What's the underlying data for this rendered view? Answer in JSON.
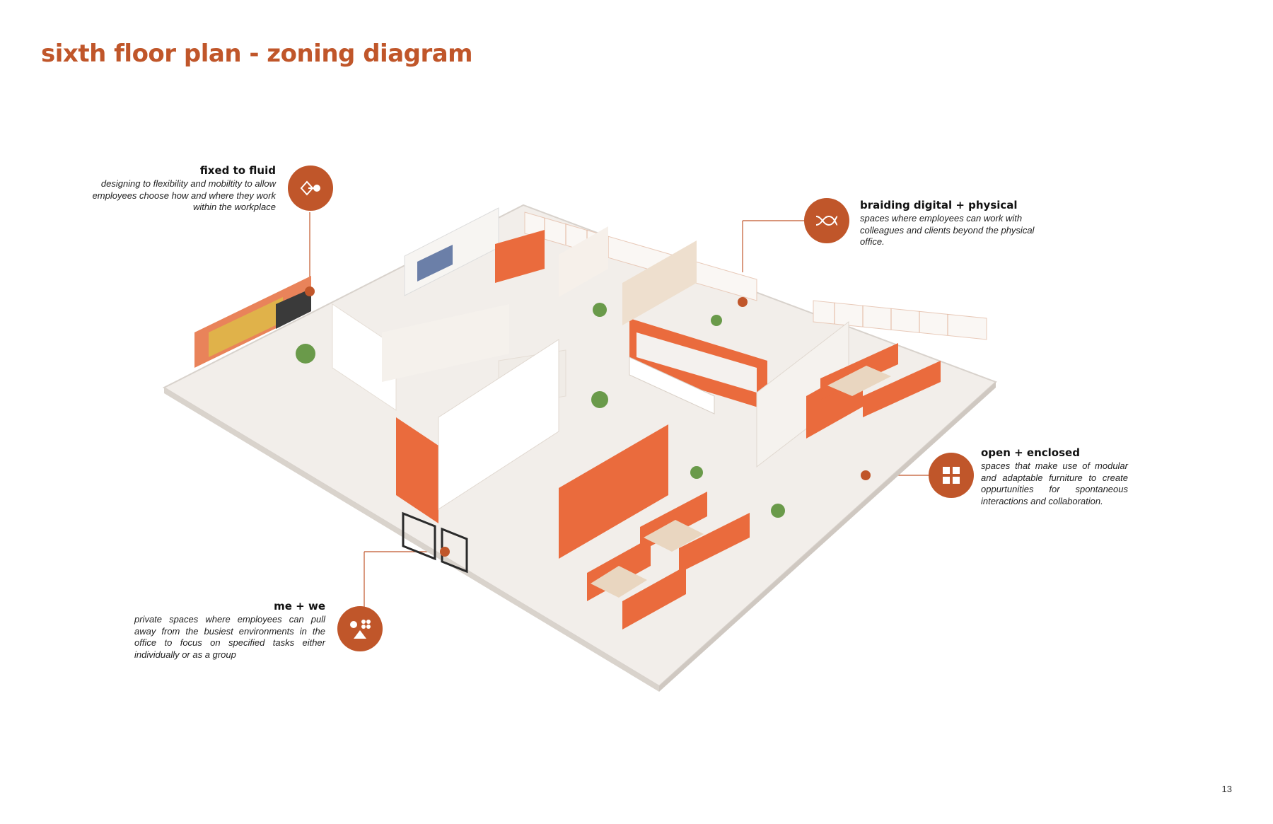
{
  "title": "sixth floor plan - zoning diagram",
  "page_number": "13",
  "accent_color": "#c0562a",
  "callouts": {
    "fixed_to_fluid": {
      "heading": "fixed to fluid",
      "body": "designing to flexibility and mobiltity to allow employees choose how and where they work within the workplace",
      "icon": "fluid-arrows-icon"
    },
    "braiding": {
      "heading": "braiding digital + physical",
      "body": "spaces where employees can work with colleagues and clients beyond the physical office.",
      "icon": "braid-icon"
    },
    "open_enclosed": {
      "heading": "open + enclosed",
      "body": "spaces that make use of modular and adaptable furniture to create oppurtunities for spontaneous interactions and collaboration.",
      "icon": "grid-icon"
    },
    "me_we": {
      "heading": "me + we",
      "body": "private spaces where employees can pull away from the busiest environments in the office to focus on specified tasks either individually or as a group",
      "icon": "shapes-icon"
    }
  }
}
